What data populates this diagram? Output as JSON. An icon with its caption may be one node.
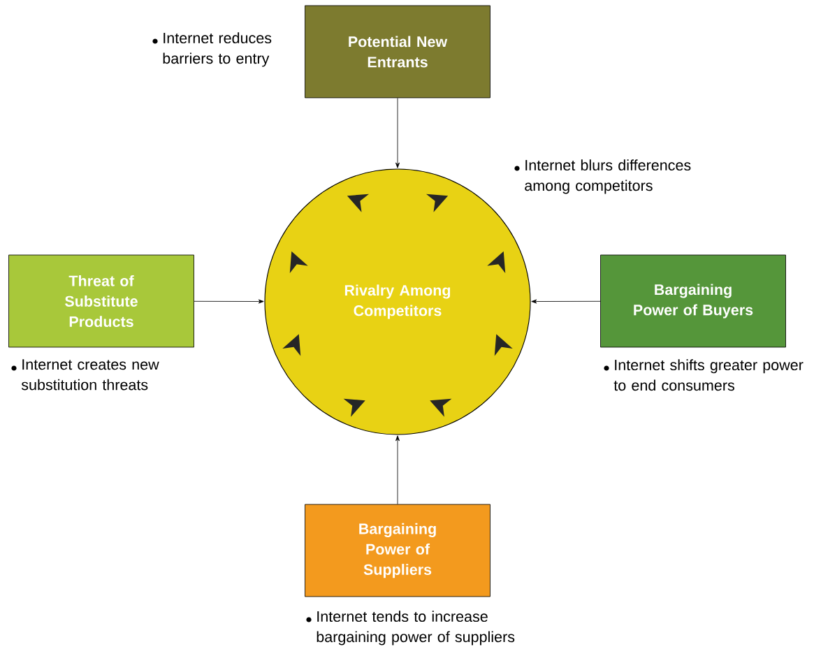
{
  "diagram": {
    "nodes": [
      {
        "text": [
          "Potential New Entrants"
        ],
        "beside": [
          "Internet reduces barriers to entry"
        ]
      },
      {
        "text": [
          "Threat of Substitute Products"
        ],
        "beside": [
          "Internet creates new substitution threats"
        ]
      },
      {
        "text": [
          "Rivalry Among Competitors"
        ],
        "beside": [
          "Internet blurs differences among competitors"
        ]
      },
      {
        "text": [
          "Bargaining Power of Buyers"
        ],
        "beside": [
          "Internet shifts greater power to end consumers"
        ]
      },
      {
        "text": [
          "Bargaining Power of Suppliers"
        ],
        "beside": [
          "Internet tends to increase bargaining power of suppliers"
        ]
      }
    ],
    "edges": [
      {
        "from": 0,
        "to": 2,
        "arrow": "to"
      },
      {
        "from": 1,
        "to": 2,
        "arrow": "to"
      },
      {
        "from": 3,
        "to": 2,
        "arrow": "to"
      },
      {
        "from": 4,
        "to": 2,
        "arrow": "to"
      }
    ]
  }
}
